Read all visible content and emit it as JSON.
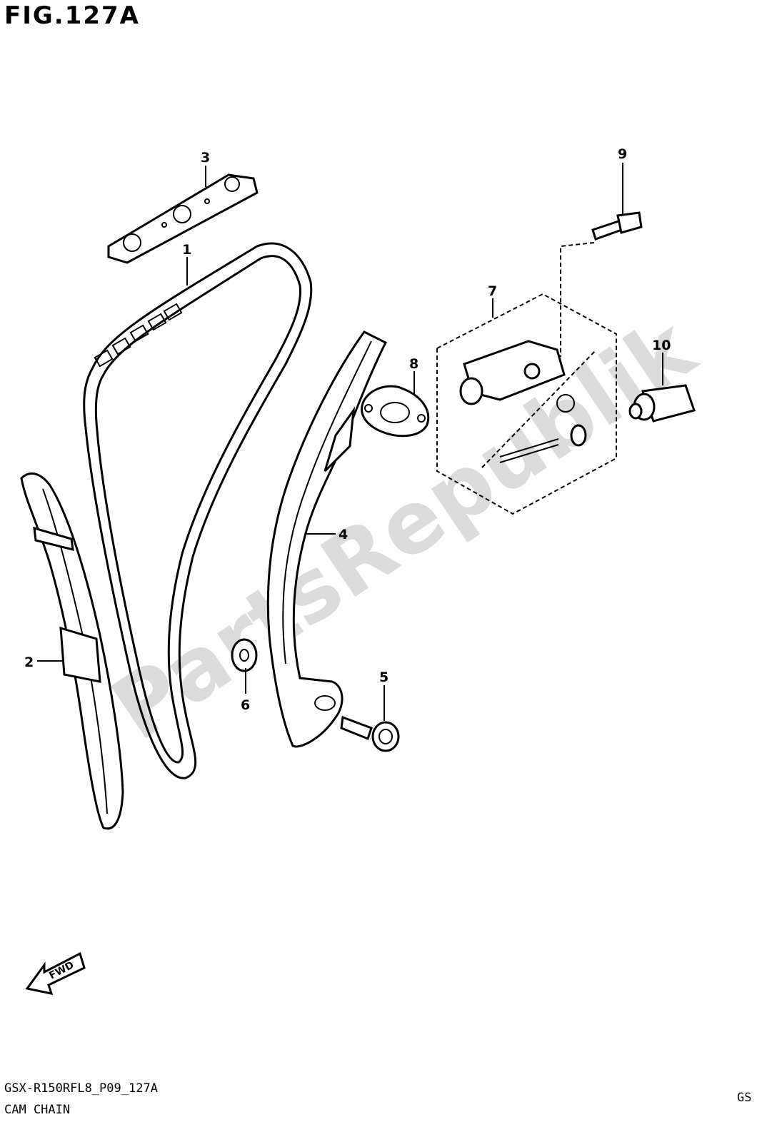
{
  "figure": {
    "title": "FIG.127A",
    "code": "GSX-R150RFL8_P09_127A",
    "name": "CAM CHAIN",
    "region": "GS"
  },
  "callouts": [
    {
      "id": "c1",
      "label": "1"
    },
    {
      "id": "c2",
      "label": "2"
    },
    {
      "id": "c3",
      "label": "3"
    },
    {
      "id": "c4",
      "label": "4"
    },
    {
      "id": "c5",
      "label": "5"
    },
    {
      "id": "c6",
      "label": "6"
    },
    {
      "id": "c7",
      "label": "7"
    },
    {
      "id": "c8",
      "label": "8"
    },
    {
      "id": "c9",
      "label": "9"
    },
    {
      "id": "c10",
      "label": "10"
    }
  ],
  "direction_marker": {
    "label": "FWD"
  },
  "watermark": {
    "text": "PartsRepublik"
  }
}
